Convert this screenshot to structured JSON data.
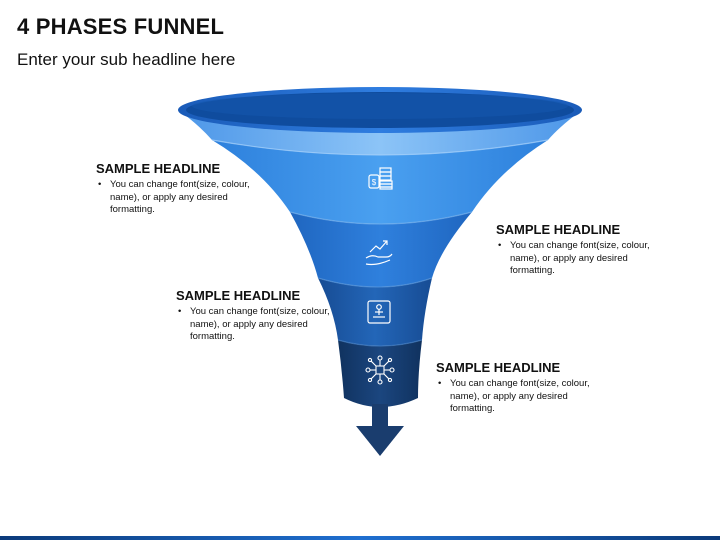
{
  "title": "4 PHASES FUNNEL",
  "subtitle": "Enter your sub headline here",
  "colors": {
    "rim_top": "#1e63c6",
    "rim_inner": "#0f4c9e",
    "band_top": "#6bb0f2",
    "stage1": "#3a8fe6",
    "stage2": "#2a73cc",
    "stage3": "#1f5aa8",
    "stage4": "#173f7a",
    "arrow": "#1a3d6e"
  },
  "stages": [
    {
      "icon": "money-stack-icon",
      "headline": "SAMPLE HEADLINE",
      "bullet": "You can change font(size, colour, name), or apply any desired formatting."
    },
    {
      "icon": "growth-hand-icon",
      "headline": "SAMPLE HEADLINE",
      "bullet": "You can change font(size, colour, name), or apply any desired formatting."
    },
    {
      "icon": "presentation-board-icon",
      "headline": "SAMPLE HEADLINE",
      "bullet": "You can change font(size, colour, name), or apply any desired formatting."
    },
    {
      "icon": "network-hub-icon",
      "headline": "SAMPLE HEADLINE",
      "bullet": "You can change font(size, colour, name), or apply any desired formatting."
    }
  ]
}
